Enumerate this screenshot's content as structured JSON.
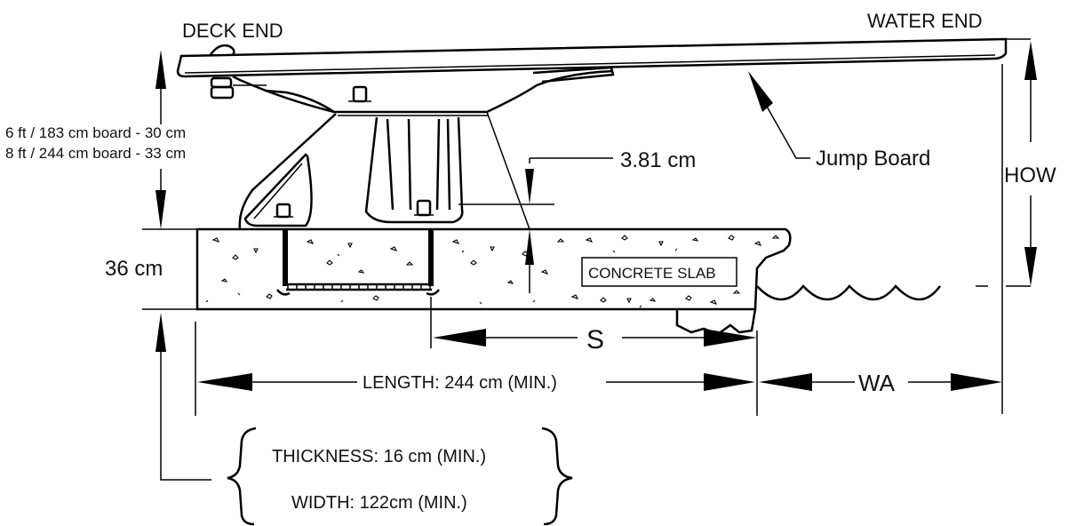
{
  "labels": {
    "deck_end": "DECK END",
    "water_end": "WATER END",
    "board_height_line1": "6 ft / 183 cm board - 30 cm",
    "board_height_line2": "8 ft / 244 cm board - 33 cm",
    "gap": "3.81 cm",
    "jump_board": "Jump Board",
    "how": "HOW",
    "slab_depth": "36 cm",
    "concrete_slab": "CONCRETE SLAB",
    "s": "S",
    "length": "LENGTH: 244 cm (MIN.)",
    "wa": "WA",
    "thickness": "THICKNESS: 16 cm (MIN.)",
    "width": "WIDTH: 122cm (MIN.)"
  },
  "colors": {
    "line": "#000000",
    "background": "#ffffff"
  }
}
